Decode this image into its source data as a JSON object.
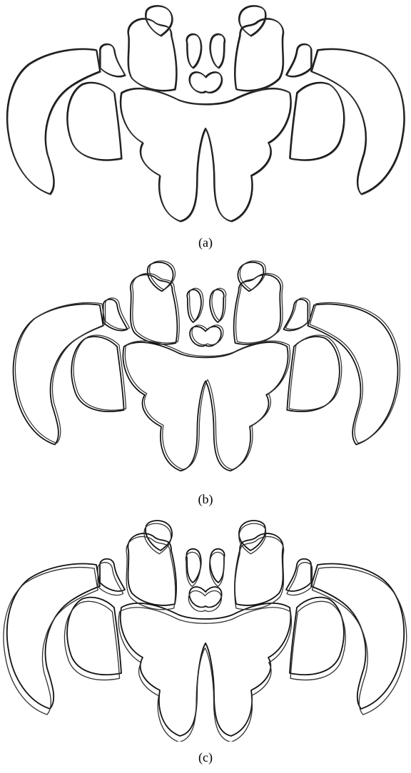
{
  "panels": [
    {
      "id": "a",
      "caption": "(a)"
    },
    {
      "id": "b",
      "caption": "(b)"
    },
    {
      "id": "c",
      "caption": "(c)"
    }
  ],
  "colors": {
    "outline": "#111111",
    "background": "#ffffff"
  }
}
